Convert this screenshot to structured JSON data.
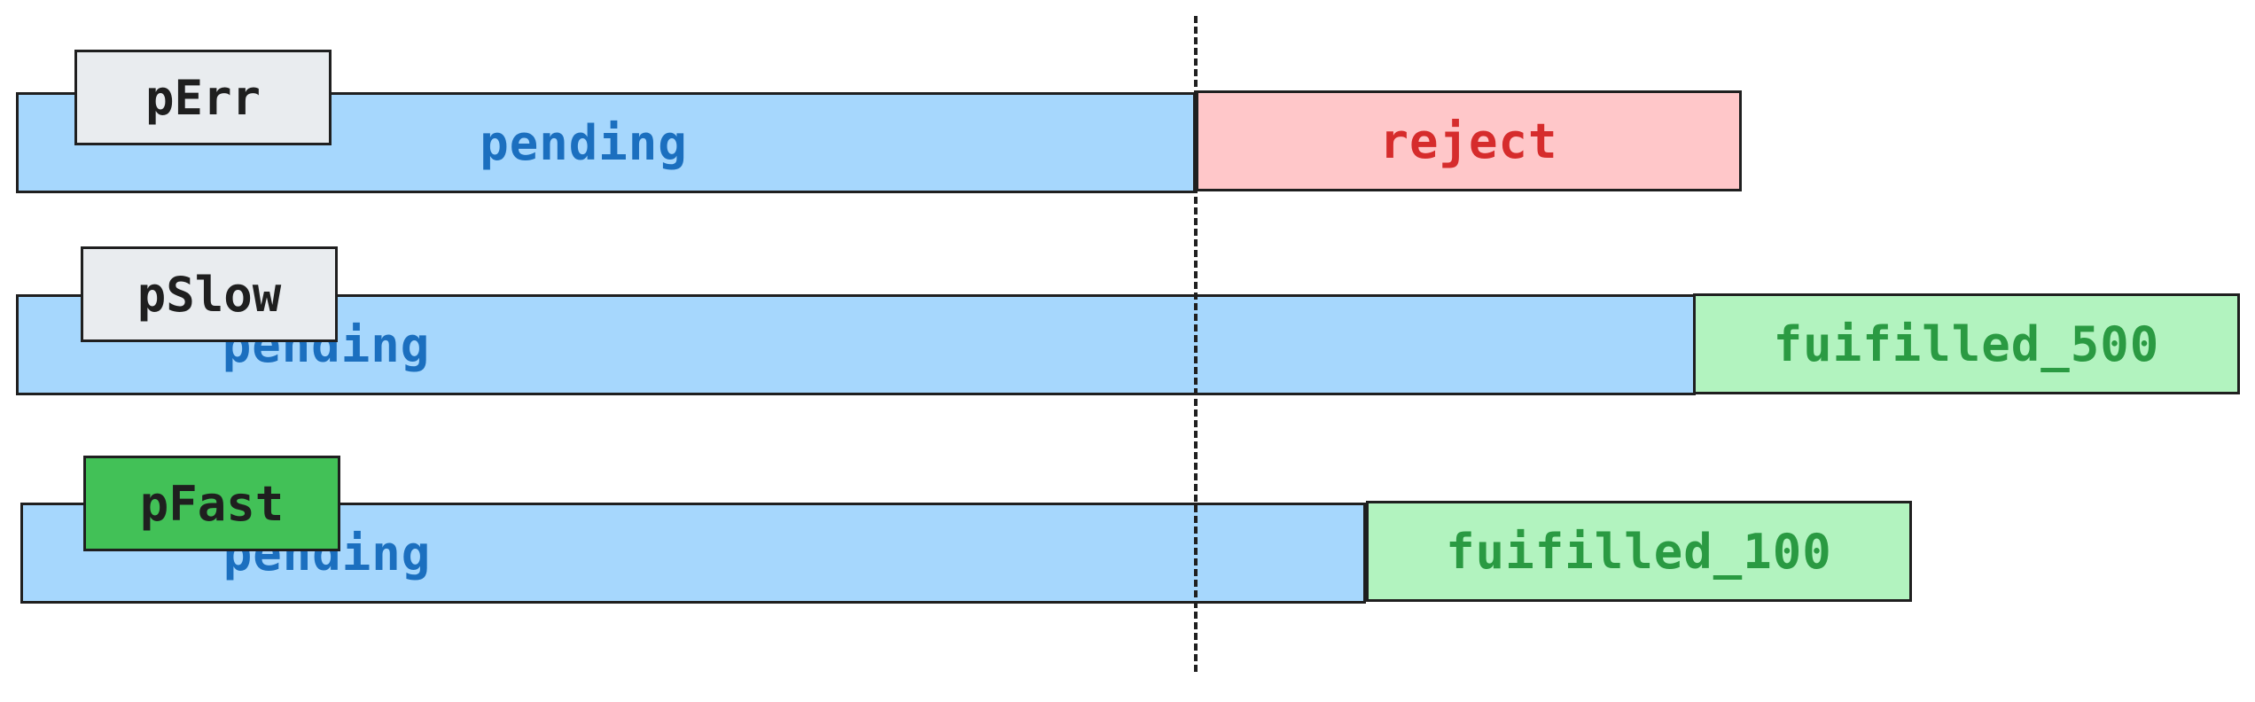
{
  "rows": [
    {
      "tag": "pErr",
      "pending": "pending",
      "outcome": "reject",
      "outcome_type": "reject",
      "tag_color": "#e9ecef"
    },
    {
      "tag": "pSlow",
      "pending": "pending",
      "outcome": "fuifilled_500",
      "outcome_type": "fulfilled",
      "tag_color": "#e9ecef"
    },
    {
      "tag": "pFast",
      "pending": "pending",
      "outcome": "fuifilled_100",
      "outcome_type": "fulfilled",
      "tag_color": "#42c157"
    }
  ],
  "colors": {
    "pending_fill": "#a6d7fd",
    "pending_text": "#1b6fbf",
    "reject_fill": "#ffc7c9",
    "reject_text": "#d62c2c",
    "fulfilled_fill": "#b2f3bf",
    "fulfilled_text": "#2a9a42",
    "tag_default": "#e9ecef",
    "tag_highlight": "#42c157"
  }
}
